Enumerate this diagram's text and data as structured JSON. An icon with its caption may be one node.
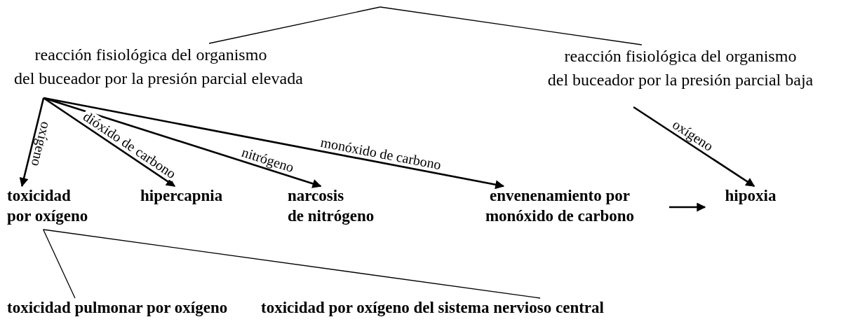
{
  "diagram": {
    "nodes": [
      {
        "text": [
          "reacción fisiológica del organismo del buceador por la presión parcial elevada"
        ]
      },
      {
        "text": [
          "reacción fisiológica del organismo del buceador por la presión parcial baja"
        ]
      },
      {
        "text": [
          "toxicidad por oxígeno"
        ]
      },
      {
        "text": [
          "hipercapnia"
        ]
      },
      {
        "text": [
          "narcosis de nitrógeno"
        ]
      },
      {
        "text": [
          "envenenamiento por monóxido de carbono"
        ]
      },
      {
        "text": [
          "hipoxia"
        ]
      },
      {
        "text": [
          "toxicidad pulmonar por oxígeno"
        ]
      },
      {
        "text": [
          "toxicidad por oxígeno del sistema nervioso central"
        ]
      }
    ],
    "edges": [
      {
        "from": null,
        "to": 0,
        "arrow": "none"
      },
      {
        "from": null,
        "to": 1,
        "arrow": "none"
      },
      {
        "from": 0,
        "to": 2,
        "arrow": "to",
        "label": "oxígeno"
      },
      {
        "from": 0,
        "to": 3,
        "arrow": "to",
        "label": "dióxido de carbono"
      },
      {
        "from": 0,
        "to": 4,
        "arrow": "to",
        "label": "nitrógeno"
      },
      {
        "from": 0,
        "to": 5,
        "arrow": "to",
        "label": "monóxido de carbono"
      },
      {
        "from": 1,
        "to": 6,
        "arrow": "to",
        "label": "oxígeno"
      },
      {
        "from": 5,
        "to": 6,
        "arrow": "to"
      },
      {
        "from": 2,
        "to": 7,
        "arrow": "none"
      },
      {
        "from": 2,
        "to": 8,
        "arrow": "none"
      }
    ]
  }
}
